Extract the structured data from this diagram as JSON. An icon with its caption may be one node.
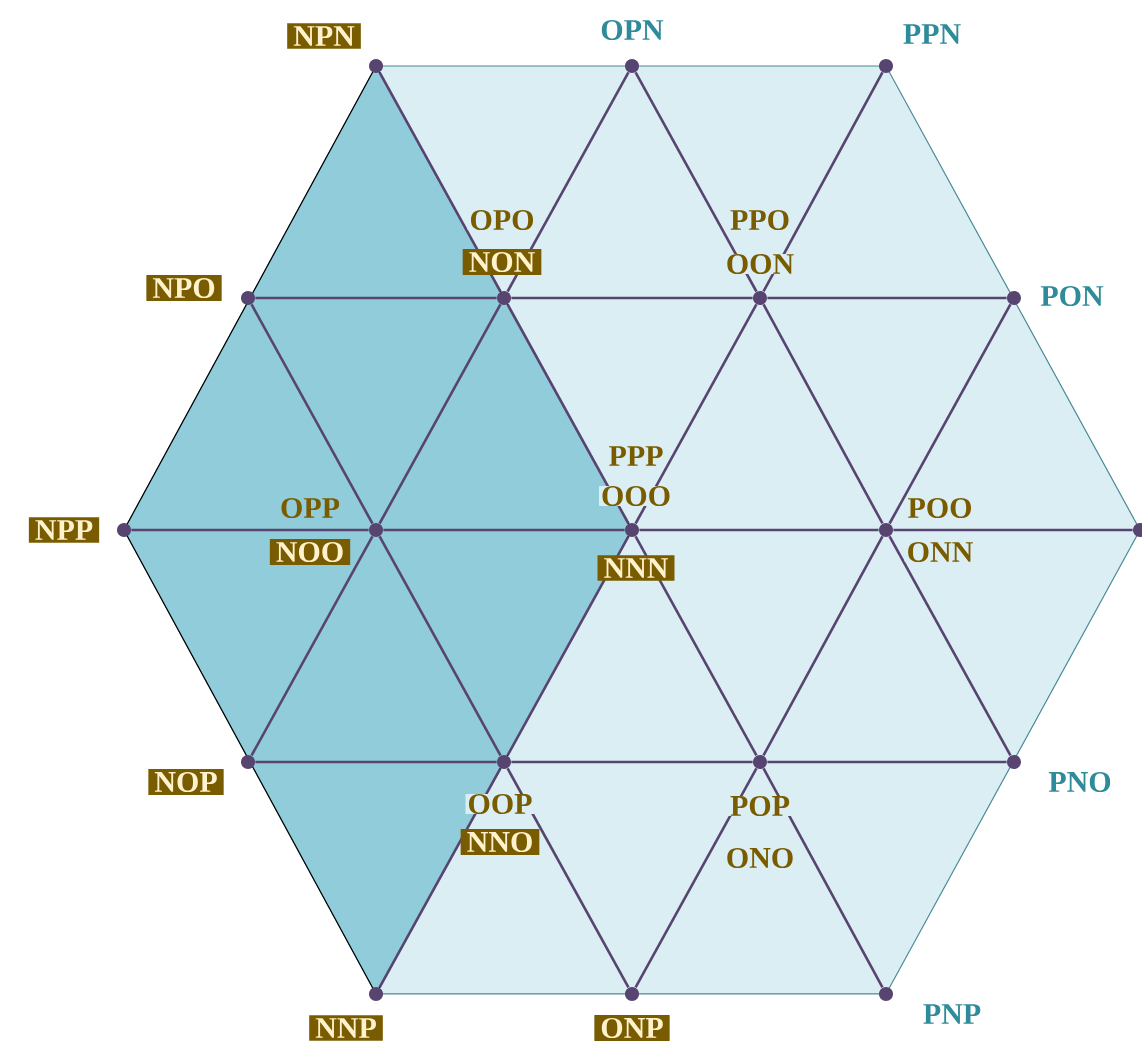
{
  "diagram": {
    "nodes": [
      {
        "text": [],
        "shape": "circle",
        "beside": [
          "NPN"
        ]
      },
      {
        "text": [],
        "shape": "circle",
        "beside": [
          "OPN"
        ]
      },
      {
        "text": [],
        "shape": "circle",
        "beside": [
          "PPN"
        ]
      },
      {
        "text": [],
        "shape": "circle",
        "beside": [
          "NPO"
        ]
      },
      {
        "text": [],
        "shape": "circle",
        "beside": [
          "OPO",
          "NON"
        ]
      },
      {
        "text": [],
        "shape": "circle",
        "beside": [
          "PPO",
          "OON"
        ]
      },
      {
        "text": [],
        "shape": "circle",
        "beside": [
          "PON"
        ]
      },
      {
        "text": [],
        "shape": "circle",
        "beside": [
          "NPP"
        ]
      },
      {
        "text": [],
        "shape": "circle",
        "beside": [
          "OPP",
          "NOO"
        ]
      },
      {
        "text": [],
        "shape": "circle",
        "beside": [
          "PPP",
          "OOO",
          "NNN"
        ]
      },
      {
        "text": [],
        "shape": "circle",
        "beside": [
          "POO",
          "ONN"
        ]
      },
      {
        "text": [],
        "shape": "circle"
      },
      {
        "text": [],
        "shape": "circle",
        "beside": [
          "NOP"
        ]
      },
      {
        "text": [],
        "shape": "circle",
        "beside": [
          "OOP",
          "NNO"
        ]
      },
      {
        "text": [],
        "shape": "circle",
        "beside": [
          "POP",
          "ONO"
        ]
      },
      {
        "text": [],
        "shape": "circle",
        "beside": [
          "PNO"
        ]
      },
      {
        "text": [],
        "shape": "circle",
        "beside": [
          "NNP"
        ]
      },
      {
        "text": [],
        "shape": "circle",
        "beside": [
          "ONP"
        ]
      },
      {
        "text": [],
        "shape": "circle",
        "beside": [
          "PNP"
        ]
      }
    ],
    "edges": [
      {
        "from": 3,
        "to": 4,
        "arrow": "none"
      },
      {
        "from": 4,
        "to": 5,
        "arrow": "none"
      },
      {
        "from": 5,
        "to": 6,
        "arrow": "none"
      },
      {
        "from": 7,
        "to": 8,
        "arrow": "none"
      },
      {
        "from": 8,
        "to": 9,
        "arrow": "none"
      },
      {
        "from": 9,
        "to": 10,
        "arrow": "none"
      },
      {
        "from": 10,
        "to": 11,
        "arrow": "none"
      },
      {
        "from": 12,
        "to": 13,
        "arrow": "none"
      },
      {
        "from": 13,
        "to": 14,
        "arrow": "none"
      },
      {
        "from": 14,
        "to": 15,
        "arrow": "none"
      },
      {
        "from": 0,
        "to": 4,
        "arrow": "none"
      },
      {
        "from": 1,
        "to": 4,
        "arrow": "none"
      },
      {
        "from": 1,
        "to": 5,
        "arrow": "none"
      },
      {
        "from": 2,
        "to": 5,
        "arrow": "none"
      },
      {
        "from": 3,
        "to": 8,
        "arrow": "none"
      },
      {
        "from": 4,
        "to": 8,
        "arrow": "none"
      },
      {
        "from": 4,
        "to": 9,
        "arrow": "none"
      },
      {
        "from": 5,
        "to": 9,
        "arrow": "none"
      },
      {
        "from": 5,
        "to": 10,
        "arrow": "none"
      },
      {
        "from": 6,
        "to": 10,
        "arrow": "none"
      },
      {
        "from": 8,
        "to": 12,
        "arrow": "none"
      },
      {
        "from": 8,
        "to": 13,
        "arrow": "none"
      },
      {
        "from": 9,
        "to": 13,
        "arrow": "none"
      },
      {
        "from": 9,
        "to": 14,
        "arrow": "none"
      },
      {
        "from": 10,
        "to": 14,
        "arrow": "none"
      },
      {
        "from": 10,
        "to": 15,
        "arrow": "none"
      },
      {
        "from": 13,
        "to": 16,
        "arrow": "none"
      },
      {
        "from": 13,
        "to": 17,
        "arrow": "none"
      },
      {
        "from": 14,
        "to": 17,
        "arrow": "none"
      },
      {
        "from": 14,
        "to": 18,
        "arrow": "none"
      }
    ]
  }
}
